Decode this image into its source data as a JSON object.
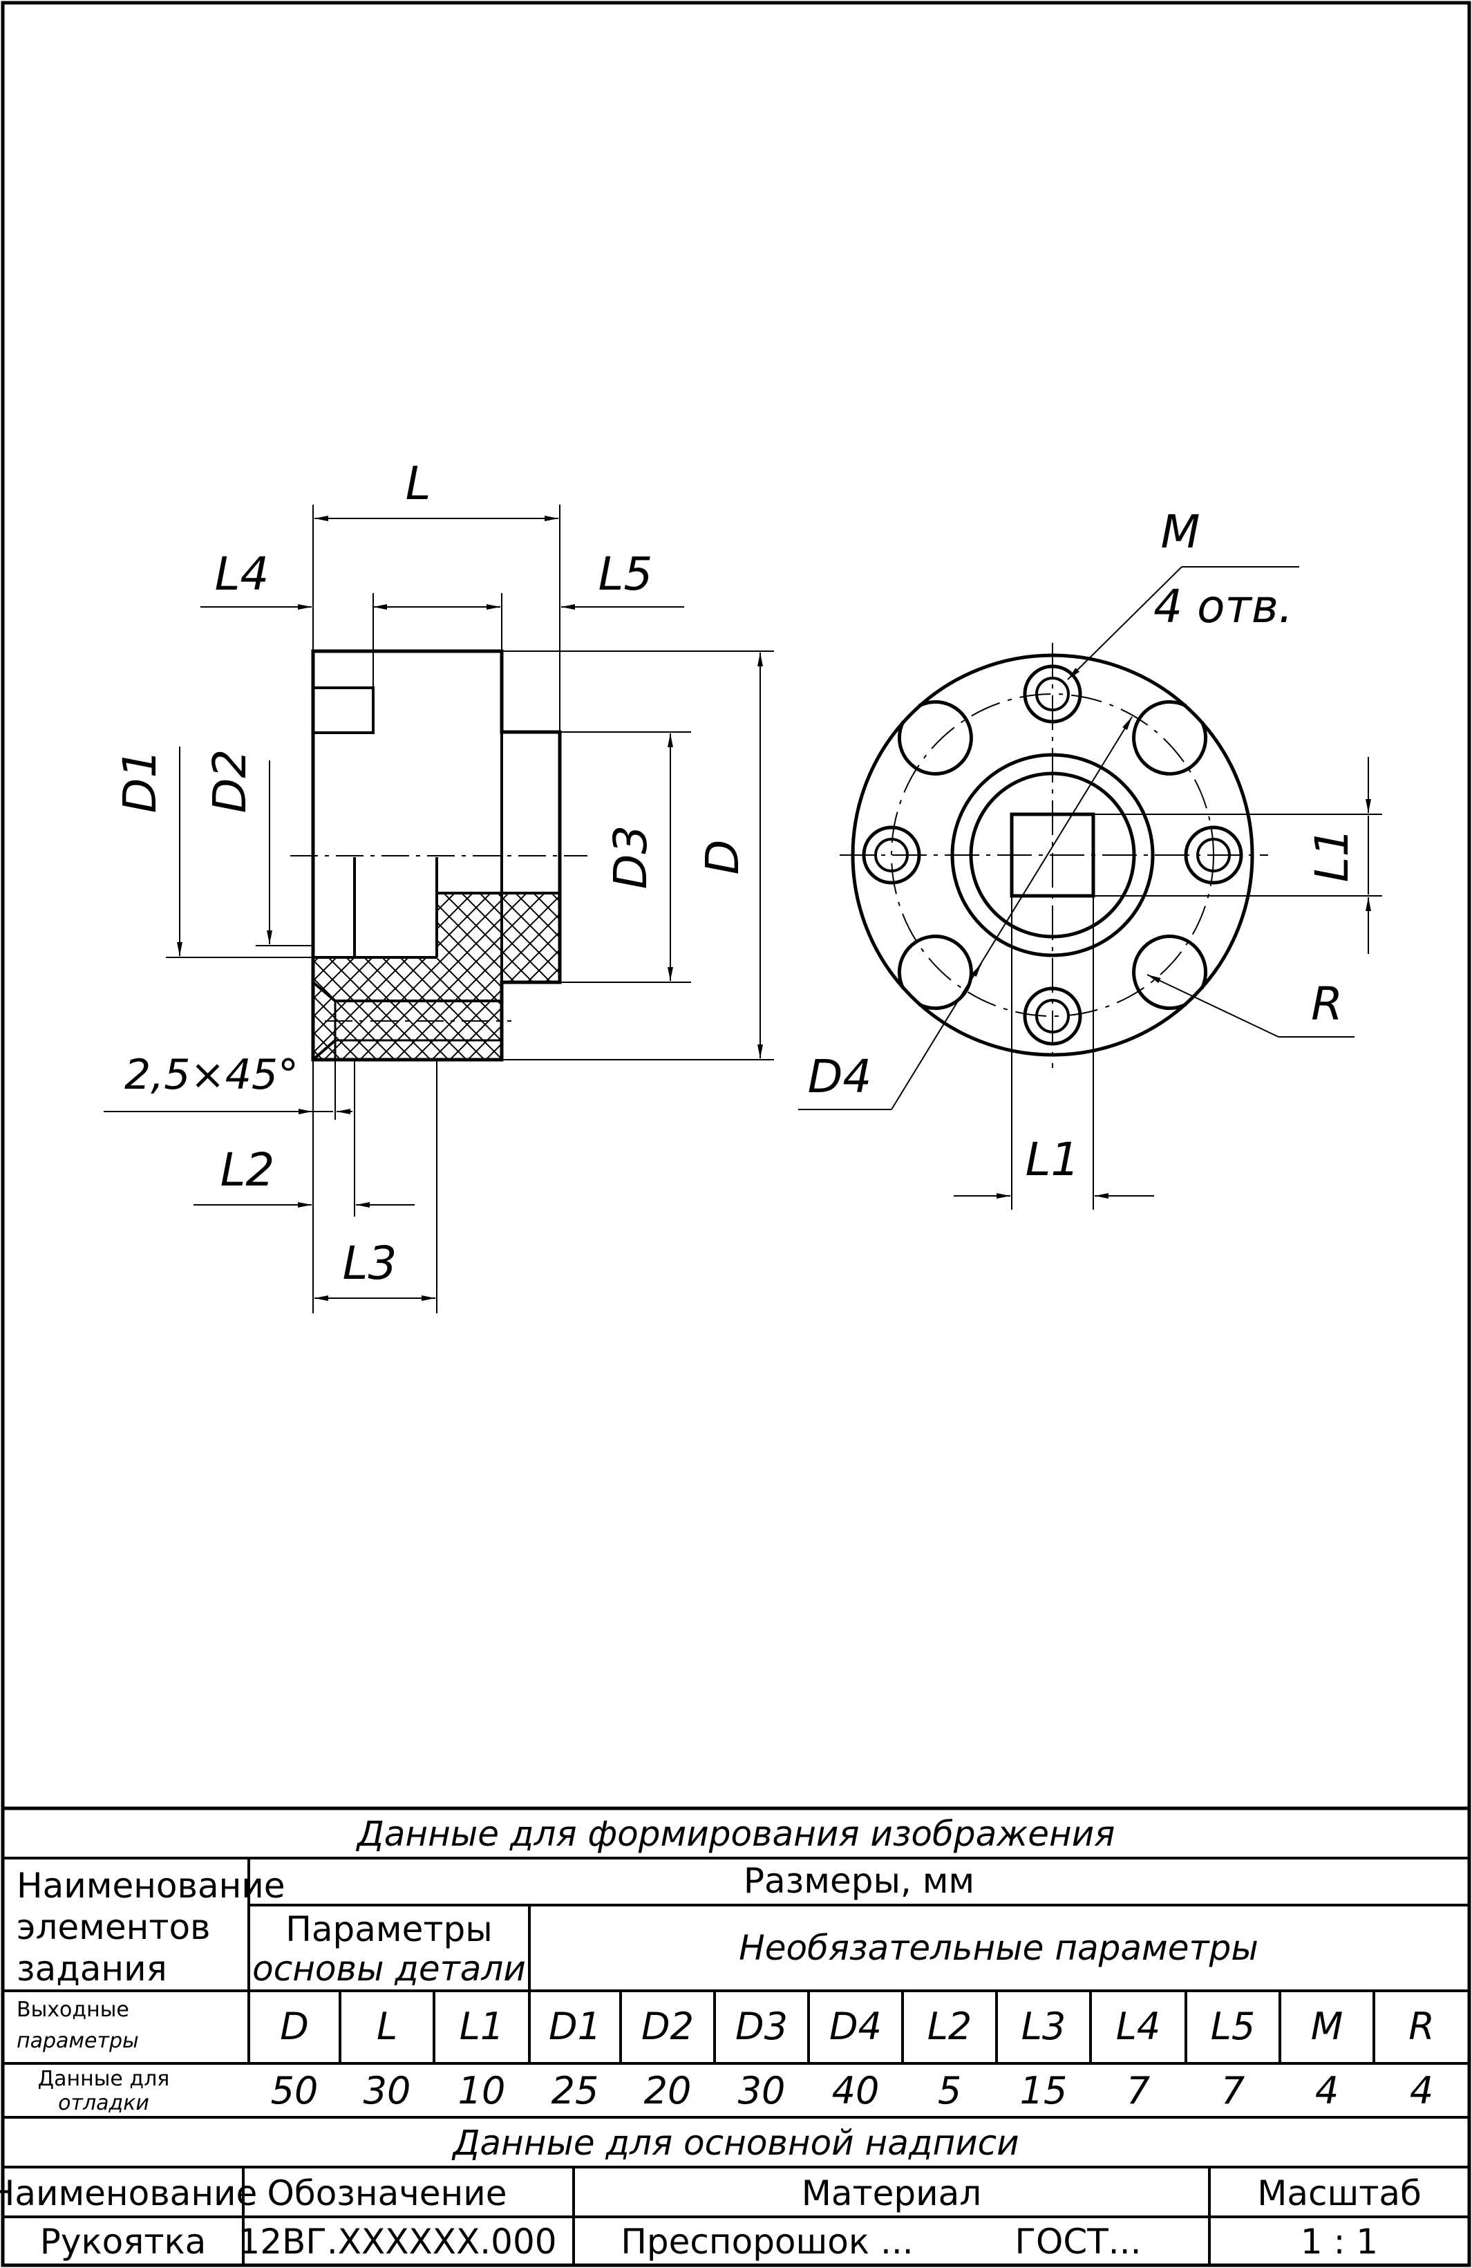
{
  "drawing": {
    "side_view_labels": {
      "L": "L",
      "L4": "L4",
      "L5": "L5",
      "D1": "D1",
      "D2": "D2",
      "D3": "D3",
      "D": "D",
      "chamfer": "2,5×45°",
      "L2": "L2",
      "L3": "L3"
    },
    "front_view_labels": {
      "M": "M",
      "holes": "4 отв.",
      "L1_right": "L1",
      "R": "R",
      "D4": "D4",
      "L1_bottom": "L1"
    }
  },
  "table": {
    "title": "Данные для формирования изображения",
    "element_names": [
      "Наименование",
      "элементов",
      "задания"
    ],
    "sizes_header": "Размеры, мм",
    "base_params": [
      "Параметры",
      "основы детали"
    ],
    "optional_params": "Необязательные параметры",
    "output_params": [
      "Выходные",
      "параметры"
    ],
    "debug_data": [
      "Данные для",
      "отладки"
    ],
    "param_names": [
      "D",
      "L",
      "L1",
      "D1",
      "D2",
      "D3",
      "D4",
      "L2",
      "L3",
      "L4",
      "L5",
      "M",
      "R"
    ],
    "param_values": [
      "50",
      "30",
      "10",
      "25",
      "20",
      "30",
      "40",
      "5",
      "15",
      "7",
      "7",
      "4",
      "4"
    ],
    "title_block_header": "Данные для основной надписи",
    "col_name": "Наименование",
    "col_designation": "Обозначение",
    "col_material": "Материал",
    "col_scale": "Масштаб",
    "name_value": "Рукоятка",
    "designation_value": "12ВГ.XXXXXX.000",
    "material_value": "Преспорошок ...",
    "gost_value": "ГОСТ...",
    "scale_value": "1 : 1"
  }
}
